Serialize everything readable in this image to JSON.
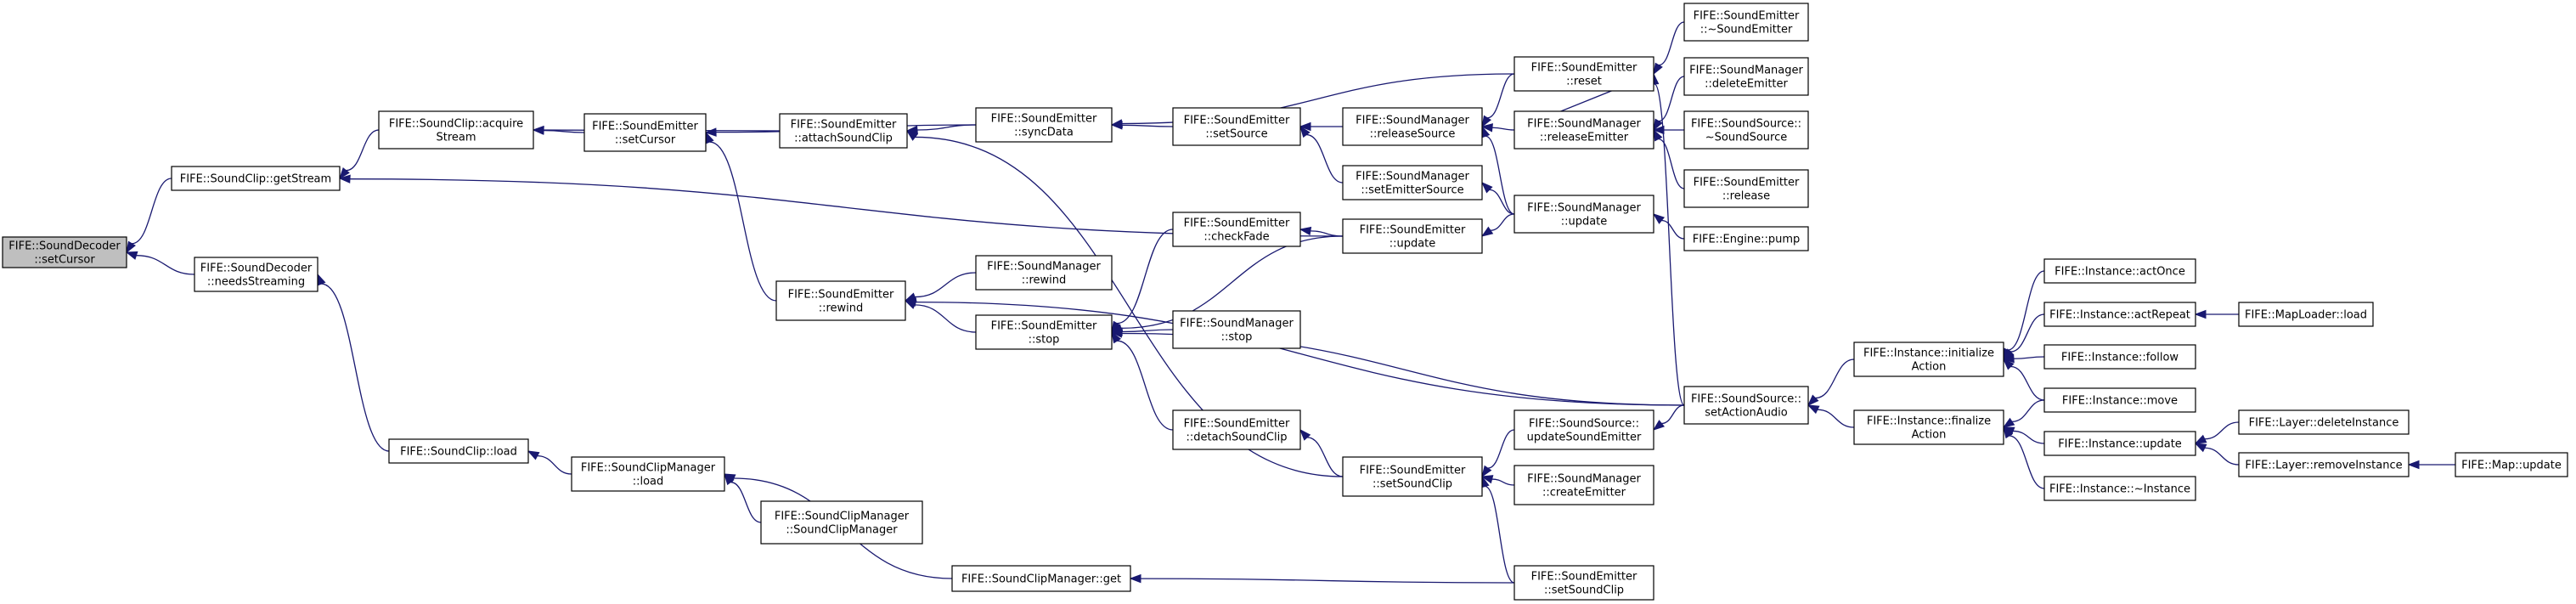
{
  "nodes": [
    {
      "id": "sd_setCursor",
      "lines": [
        "FIFE::SoundDecoder",
        "::setCursor"
      ],
      "root": true
    },
    {
      "id": "sc_getStream",
      "lines": [
        "FIFE::SoundClip::getStream"
      ]
    },
    {
      "id": "sd_needsStreaming",
      "lines": [
        "FIFE::SoundDecoder",
        "::needsStreaming"
      ]
    },
    {
      "id": "sc_acquireStream",
      "lines": [
        "FIFE::SoundClip::acquire",
        "Stream"
      ]
    },
    {
      "id": "sc_load",
      "lines": [
        "FIFE::SoundClip::load"
      ]
    },
    {
      "id": "se_setCursor",
      "lines": [
        "FIFE::SoundEmitter",
        "::setCursor"
      ]
    },
    {
      "id": "se_rewind",
      "lines": [
        "FIFE::SoundEmitter",
        "::rewind"
      ]
    },
    {
      "id": "scm_load",
      "lines": [
        "FIFE::SoundClipManager",
        "::load"
      ]
    },
    {
      "id": "se_attachSoundClip",
      "lines": [
        "FIFE::SoundEmitter",
        "::attachSoundClip"
      ]
    },
    {
      "id": "scm_ctor",
      "lines": [
        "FIFE::SoundClipManager",
        "::SoundClipManager"
      ]
    },
    {
      "id": "se_syncData",
      "lines": [
        "FIFE::SoundEmitter",
        "::syncData"
      ]
    },
    {
      "id": "sm_rewind",
      "lines": [
        "FIFE::SoundManager",
        "::rewind"
      ]
    },
    {
      "id": "se_stop",
      "lines": [
        "FIFE::SoundEmitter",
        "::stop"
      ]
    },
    {
      "id": "scm_get",
      "lines": [
        "FIFE::SoundClipManager::get"
      ]
    },
    {
      "id": "se_setSource",
      "lines": [
        "FIFE::SoundEmitter",
        "::setSource"
      ]
    },
    {
      "id": "se_checkFade",
      "lines": [
        "FIFE::SoundEmitter",
        "::checkFade"
      ]
    },
    {
      "id": "sm_stop",
      "lines": [
        "FIFE::SoundManager",
        "::stop"
      ]
    },
    {
      "id": "se_detachSoundClip",
      "lines": [
        "FIFE::SoundEmitter",
        "::detachSoundClip"
      ]
    },
    {
      "id": "sm_releaseSource",
      "lines": [
        "FIFE::SoundManager",
        "::releaseSource"
      ]
    },
    {
      "id": "sm_setEmitterSource",
      "lines": [
        "FIFE::SoundManager",
        "::setEmitterSource"
      ]
    },
    {
      "id": "se_update",
      "lines": [
        "FIFE::SoundEmitter",
        "::update"
      ]
    },
    {
      "id": "se_setSoundClip",
      "lines": [
        "FIFE::SoundEmitter",
        "::setSoundClip"
      ]
    },
    {
      "id": "se_reset",
      "lines": [
        "FIFE::SoundEmitter",
        "::reset"
      ]
    },
    {
      "id": "sm_releaseEmitter",
      "lines": [
        "FIFE::SoundManager",
        "::releaseEmitter"
      ]
    },
    {
      "id": "sm_update",
      "lines": [
        "FIFE::SoundManager",
        "::update"
      ]
    },
    {
      "id": "ss_updateSoundEmitter",
      "lines": [
        "FIFE::SoundSource::",
        "updateSoundEmitter"
      ]
    },
    {
      "id": "sm_createEmitter",
      "lines": [
        "FIFE::SoundManager",
        "::createEmitter"
      ]
    },
    {
      "id": "sm_setSoundClip",
      "lines": [
        "FIFE::SoundEmitter",
        "::setSoundClip"
      ]
    },
    {
      "id": "se_dtor",
      "lines": [
        "FIFE::SoundEmitter",
        "::~SoundEmitter"
      ]
    },
    {
      "id": "sm_deleteEmitter",
      "lines": [
        "FIFE::SoundManager",
        "::deleteEmitter"
      ]
    },
    {
      "id": "ss_dtor",
      "lines": [
        "FIFE::SoundSource::",
        "~SoundSource"
      ]
    },
    {
      "id": "se_release",
      "lines": [
        "FIFE::SoundEmitter",
        "::release"
      ]
    },
    {
      "id": "engine_pump",
      "lines": [
        "FIFE::Engine::pump"
      ]
    },
    {
      "id": "ss_setActionAudio",
      "lines": [
        "FIFE::SoundSource::",
        "setActionAudio"
      ]
    },
    {
      "id": "inst_initializeAction",
      "lines": [
        "FIFE::Instance::initialize",
        "Action"
      ]
    },
    {
      "id": "inst_finalizeAction",
      "lines": [
        "FIFE::Instance::finalize",
        "Action"
      ]
    },
    {
      "id": "inst_actOnce",
      "lines": [
        "FIFE::Instance::actOnce"
      ]
    },
    {
      "id": "inst_actRepeat",
      "lines": [
        "FIFE::Instance::actRepeat"
      ]
    },
    {
      "id": "inst_follow",
      "lines": [
        "FIFE::Instance::follow"
      ]
    },
    {
      "id": "inst_move",
      "lines": [
        "FIFE::Instance::move"
      ]
    },
    {
      "id": "inst_update",
      "lines": [
        "FIFE::Instance::update"
      ]
    },
    {
      "id": "inst_dtor",
      "lines": [
        "FIFE::Instance::~Instance"
      ]
    },
    {
      "id": "maploader_load",
      "lines": [
        "FIFE::MapLoader::load"
      ]
    },
    {
      "id": "layer_deleteInstance",
      "lines": [
        "FIFE::Layer::deleteInstance"
      ]
    },
    {
      "id": "layer_removeInstance",
      "lines": [
        "FIFE::Layer::removeInstance"
      ]
    },
    {
      "id": "map_update",
      "lines": [
        "FIFE::Map::update"
      ]
    }
  ],
  "edges": [
    [
      "sc_getStream",
      "sd_setCursor"
    ],
    [
      "sd_needsStreaming",
      "sd_setCursor"
    ],
    [
      "sc_acquireStream",
      "sc_getStream"
    ],
    [
      "se_update",
      "sc_getStream"
    ],
    [
      "sc_load",
      "sd_needsStreaming"
    ],
    [
      "se_setCursor",
      "sc_acquireStream"
    ],
    [
      "se_attachSoundClip",
      "sc_acquireStream"
    ],
    [
      "scm_load",
      "sc_load"
    ],
    [
      "se_rewind",
      "se_setCursor"
    ],
    [
      "se_syncData",
      "se_setCursor"
    ],
    [
      "se_stop",
      "se_rewind"
    ],
    [
      "sm_rewind",
      "se_rewind"
    ],
    [
      "ss_setActionAudio",
      "se_rewind"
    ],
    [
      "scm_ctor",
      "scm_load"
    ],
    [
      "scm_get",
      "scm_load"
    ],
    [
      "se_syncData",
      "se_attachSoundClip"
    ],
    [
      "se_setSoundClip",
      "se_attachSoundClip"
    ],
    [
      "se_setSource",
      "se_syncData"
    ],
    [
      "se_reset",
      "se_syncData"
    ],
    [
      "sm_stop",
      "se_stop"
    ],
    [
      "se_checkFade",
      "se_stop"
    ],
    [
      "se_update",
      "se_stop"
    ],
    [
      "se_detachSoundClip",
      "se_stop"
    ],
    [
      "ss_setActionAudio",
      "se_stop"
    ],
    [
      "sm_setSoundClip",
      "scm_get"
    ],
    [
      "sm_releaseSource",
      "se_setSource"
    ],
    [
      "sm_setEmitterSource",
      "se_setSource"
    ],
    [
      "se_update",
      "se_checkFade"
    ],
    [
      "se_setSoundClip",
      "se_detachSoundClip"
    ],
    [
      "se_reset",
      "sm_releaseSource"
    ],
    [
      "sm_releaseEmitter",
      "sm_releaseSource"
    ],
    [
      "sm_update",
      "sm_releaseSource"
    ],
    [
      "sm_update",
      "sm_setEmitterSource"
    ],
    [
      "sm_update",
      "se_update"
    ],
    [
      "ss_updateSoundEmitter",
      "se_setSoundClip"
    ],
    [
      "sm_createEmitter",
      "se_setSoundClip"
    ],
    [
      "sm_setSoundClip",
      "se_setSoundClip"
    ],
    [
      "se_dtor",
      "se_reset"
    ],
    [
      "sm_releaseEmitter",
      "se_reset"
    ],
    [
      "ss_setActionAudio",
      "se_reset"
    ],
    [
      "sm_deleteEmitter",
      "sm_releaseEmitter"
    ],
    [
      "ss_dtor",
      "sm_releaseEmitter"
    ],
    [
      "se_release",
      "sm_releaseEmitter"
    ],
    [
      "engine_pump",
      "sm_update"
    ],
    [
      "ss_setActionAudio",
      "ss_updateSoundEmitter"
    ],
    [
      "inst_initializeAction",
      "ss_setActionAudio"
    ],
    [
      "inst_finalizeAction",
      "ss_setActionAudio"
    ],
    [
      "inst_actOnce",
      "inst_initializeAction"
    ],
    [
      "inst_actRepeat",
      "inst_initializeAction"
    ],
    [
      "inst_follow",
      "inst_initializeAction"
    ],
    [
      "inst_move",
      "inst_initializeAction"
    ],
    [
      "inst_move",
      "inst_finalizeAction"
    ],
    [
      "inst_update",
      "inst_finalizeAction"
    ],
    [
      "inst_dtor",
      "inst_finalizeAction"
    ],
    [
      "maploader_load",
      "inst_actRepeat"
    ],
    [
      "layer_deleteInstance",
      "inst_update"
    ],
    [
      "layer_removeInstance",
      "inst_update"
    ],
    [
      "map_update",
      "layer_removeInstance"
    ]
  ]
}
